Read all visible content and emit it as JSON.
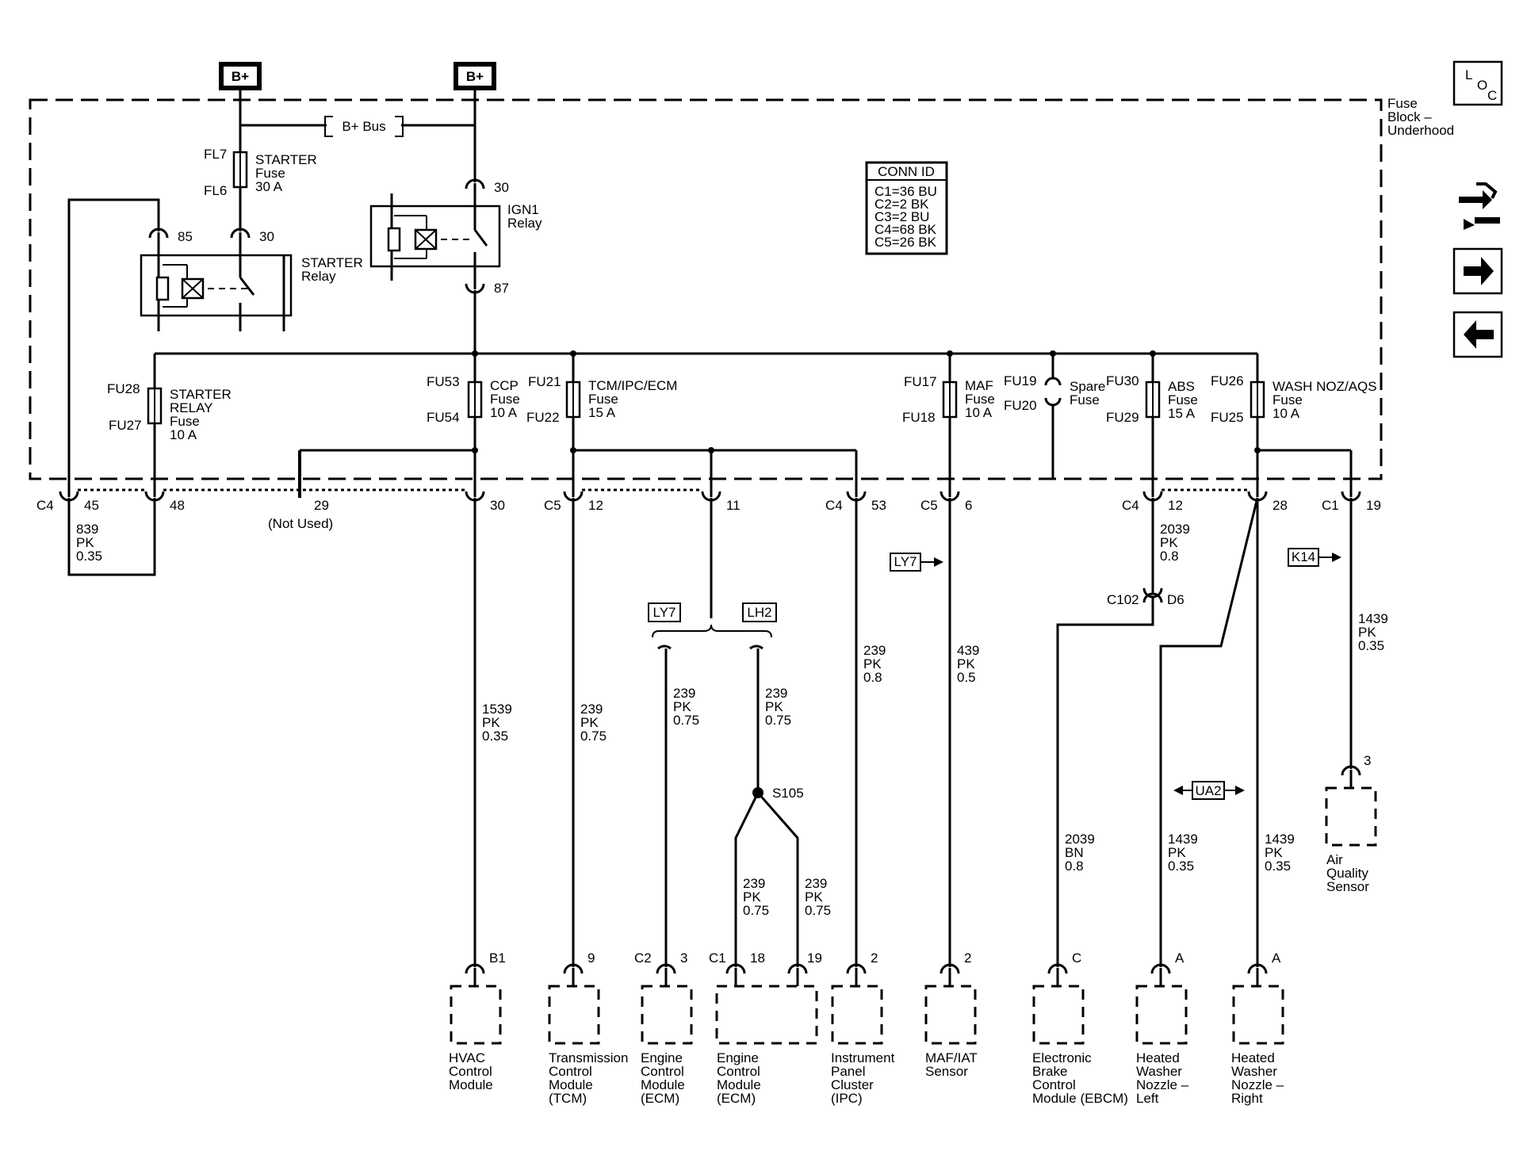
{
  "battery": {
    "left": "B+",
    "right": "B+"
  },
  "bus_label": "B+ Bus",
  "fuse_block_label": [
    "Fuse",
    "Block –",
    "Underhood"
  ],
  "loc": {
    "l": "L",
    "o": "O",
    "c": "C"
  },
  "nav_icons": [
    "connector-map-icon",
    "arrow-right-icon",
    "arrow-left-icon"
  ],
  "conn_id": {
    "title": "CONN ID",
    "rows": [
      "C1=36 BU",
      "C2=2 BK",
      "C3=2 BU",
      "C4=68 BK",
      "C5=26 BK"
    ]
  },
  "starter_fuse": {
    "top_id": "FL7",
    "bottom_id": "FL6",
    "lines": [
      "STARTER",
      "Fuse",
      "30 A"
    ]
  },
  "starter_relay": {
    "lines": [
      "STARTER",
      "Relay"
    ],
    "pin_85": "85",
    "pin_30": "30"
  },
  "ign1_relay": {
    "lines": [
      "IGN1",
      "Relay"
    ],
    "pin_30": "30",
    "pin_87": "87"
  },
  "fuses": [
    {
      "top": "FU28",
      "bottom": "FU27",
      "lines": [
        "STARTER",
        "RELAY",
        "Fuse",
        "10 A"
      ]
    },
    {
      "top": "FU53",
      "bottom": "FU54",
      "lines": [
        "CCP",
        "Fuse",
        "10 A"
      ]
    },
    {
      "top": "FU21",
      "bottom": "FU22",
      "lines": [
        "TCM/IPC/ECM",
        "Fuse",
        "15 A"
      ]
    },
    {
      "top": "FU17",
      "bottom": "FU18",
      "lines": [
        "MAF",
        "Fuse",
        "10 A"
      ]
    },
    {
      "top": "FU19",
      "bottom": "FU20",
      "lines": [
        "Spare",
        "Fuse"
      ]
    },
    {
      "top": "FU30",
      "bottom": "FU29",
      "lines": [
        "ABS",
        "Fuse",
        "15 A"
      ]
    },
    {
      "top": "FU26",
      "bottom": "FU25",
      "lines": [
        "WASH NOZ/AQS",
        "Fuse",
        "10 A"
      ]
    }
  ],
  "block_pins": [
    {
      "conn": "C4",
      "pin": "45"
    },
    {
      "conn": "",
      "pin": "48"
    },
    {
      "conn": "",
      "pin": "29"
    },
    {
      "conn": "",
      "pin": "30"
    },
    {
      "conn": "C5",
      "pin": "12"
    },
    {
      "conn": "",
      "pin": "11"
    },
    {
      "conn": "C4",
      "pin": "53"
    },
    {
      "conn": "C5",
      "pin": "6"
    },
    {
      "conn": "C4",
      "pin": "12"
    },
    {
      "conn": "",
      "pin": "28"
    },
    {
      "conn": "C1",
      "pin": "19"
    }
  ],
  "not_used": "(Not Used)",
  "wires": [
    {
      "circuit": "839",
      "color": "PK",
      "size": "0.35"
    },
    {
      "circuit": "1539",
      "color": "PK",
      "size": "0.35"
    },
    {
      "circuit": "239",
      "color": "PK",
      "size": "0.75"
    },
    {
      "circuit": "239",
      "color": "PK",
      "size": "0.75"
    },
    {
      "circuit": "239",
      "color": "PK",
      "size": "0.75"
    },
    {
      "circuit": "239",
      "color": "PK",
      "size": "0.8"
    },
    {
      "circuit": "439",
      "color": "PK",
      "size": "0.5"
    },
    {
      "circuit": "2039",
      "color": "PK",
      "size": "0.8"
    },
    {
      "circuit": "2039",
      "color": "BN",
      "size": "0.8"
    },
    {
      "circuit": "1439",
      "color": "PK",
      "size": "0.35"
    },
    {
      "circuit": "1439",
      "color": "PK",
      "size": "0.35"
    },
    {
      "circuit": "1439",
      "color": "PK",
      "size": "0.35"
    },
    {
      "circuit": "239",
      "color": "PK",
      "size": "0.75"
    },
    {
      "circuit": "239",
      "color": "PK",
      "size": "0.75"
    }
  ],
  "options": {
    "ly7_a": "LY7",
    "lh2": "LH2",
    "ly7_b": "LY7",
    "k14": "K14",
    "ua2": "UA2"
  },
  "splice": "S105",
  "inline": {
    "conn": "C102",
    "pin": "D6"
  },
  "components": [
    {
      "pin_conn": "",
      "pin": "B1",
      "lines": [
        "HVAC",
        "Control",
        "Module"
      ]
    },
    {
      "pin_conn": "",
      "pin": "9",
      "lines": [
        "Transmission",
        "Control",
        "Module",
        "(TCM)"
      ]
    },
    {
      "pin_conn": "C2",
      "pin": "3",
      "lines": [
        "Engine",
        "Control",
        "Module",
        "(ECM)"
      ]
    },
    {
      "pin_conn": "C1",
      "pin": "18",
      "pin2": "19",
      "lines": [
        "Engine",
        "Control",
        "Module",
        "(ECM)"
      ]
    },
    {
      "pin_conn": "",
      "pin": "2",
      "lines": [
        "Instrument",
        "Panel",
        "Cluster",
        "(IPC)"
      ]
    },
    {
      "pin_conn": "",
      "pin": "2",
      "lines": [
        "MAF/IAT",
        "Sensor"
      ]
    },
    {
      "pin_conn": "",
      "pin": "C",
      "lines": [
        "Electronic",
        "Brake",
        "Control",
        "Module (EBCM)"
      ]
    },
    {
      "pin_conn": "",
      "pin": "A",
      "lines": [
        "Heated",
        "Washer",
        "Nozzle –",
        "Left"
      ]
    },
    {
      "pin_conn": "",
      "pin": "A",
      "lines": [
        "Heated",
        "Washer",
        "Nozzle –",
        "Right"
      ]
    }
  ],
  "air_quality": {
    "pin": "3",
    "lines": [
      "Air",
      "Quality",
      "Sensor"
    ]
  }
}
